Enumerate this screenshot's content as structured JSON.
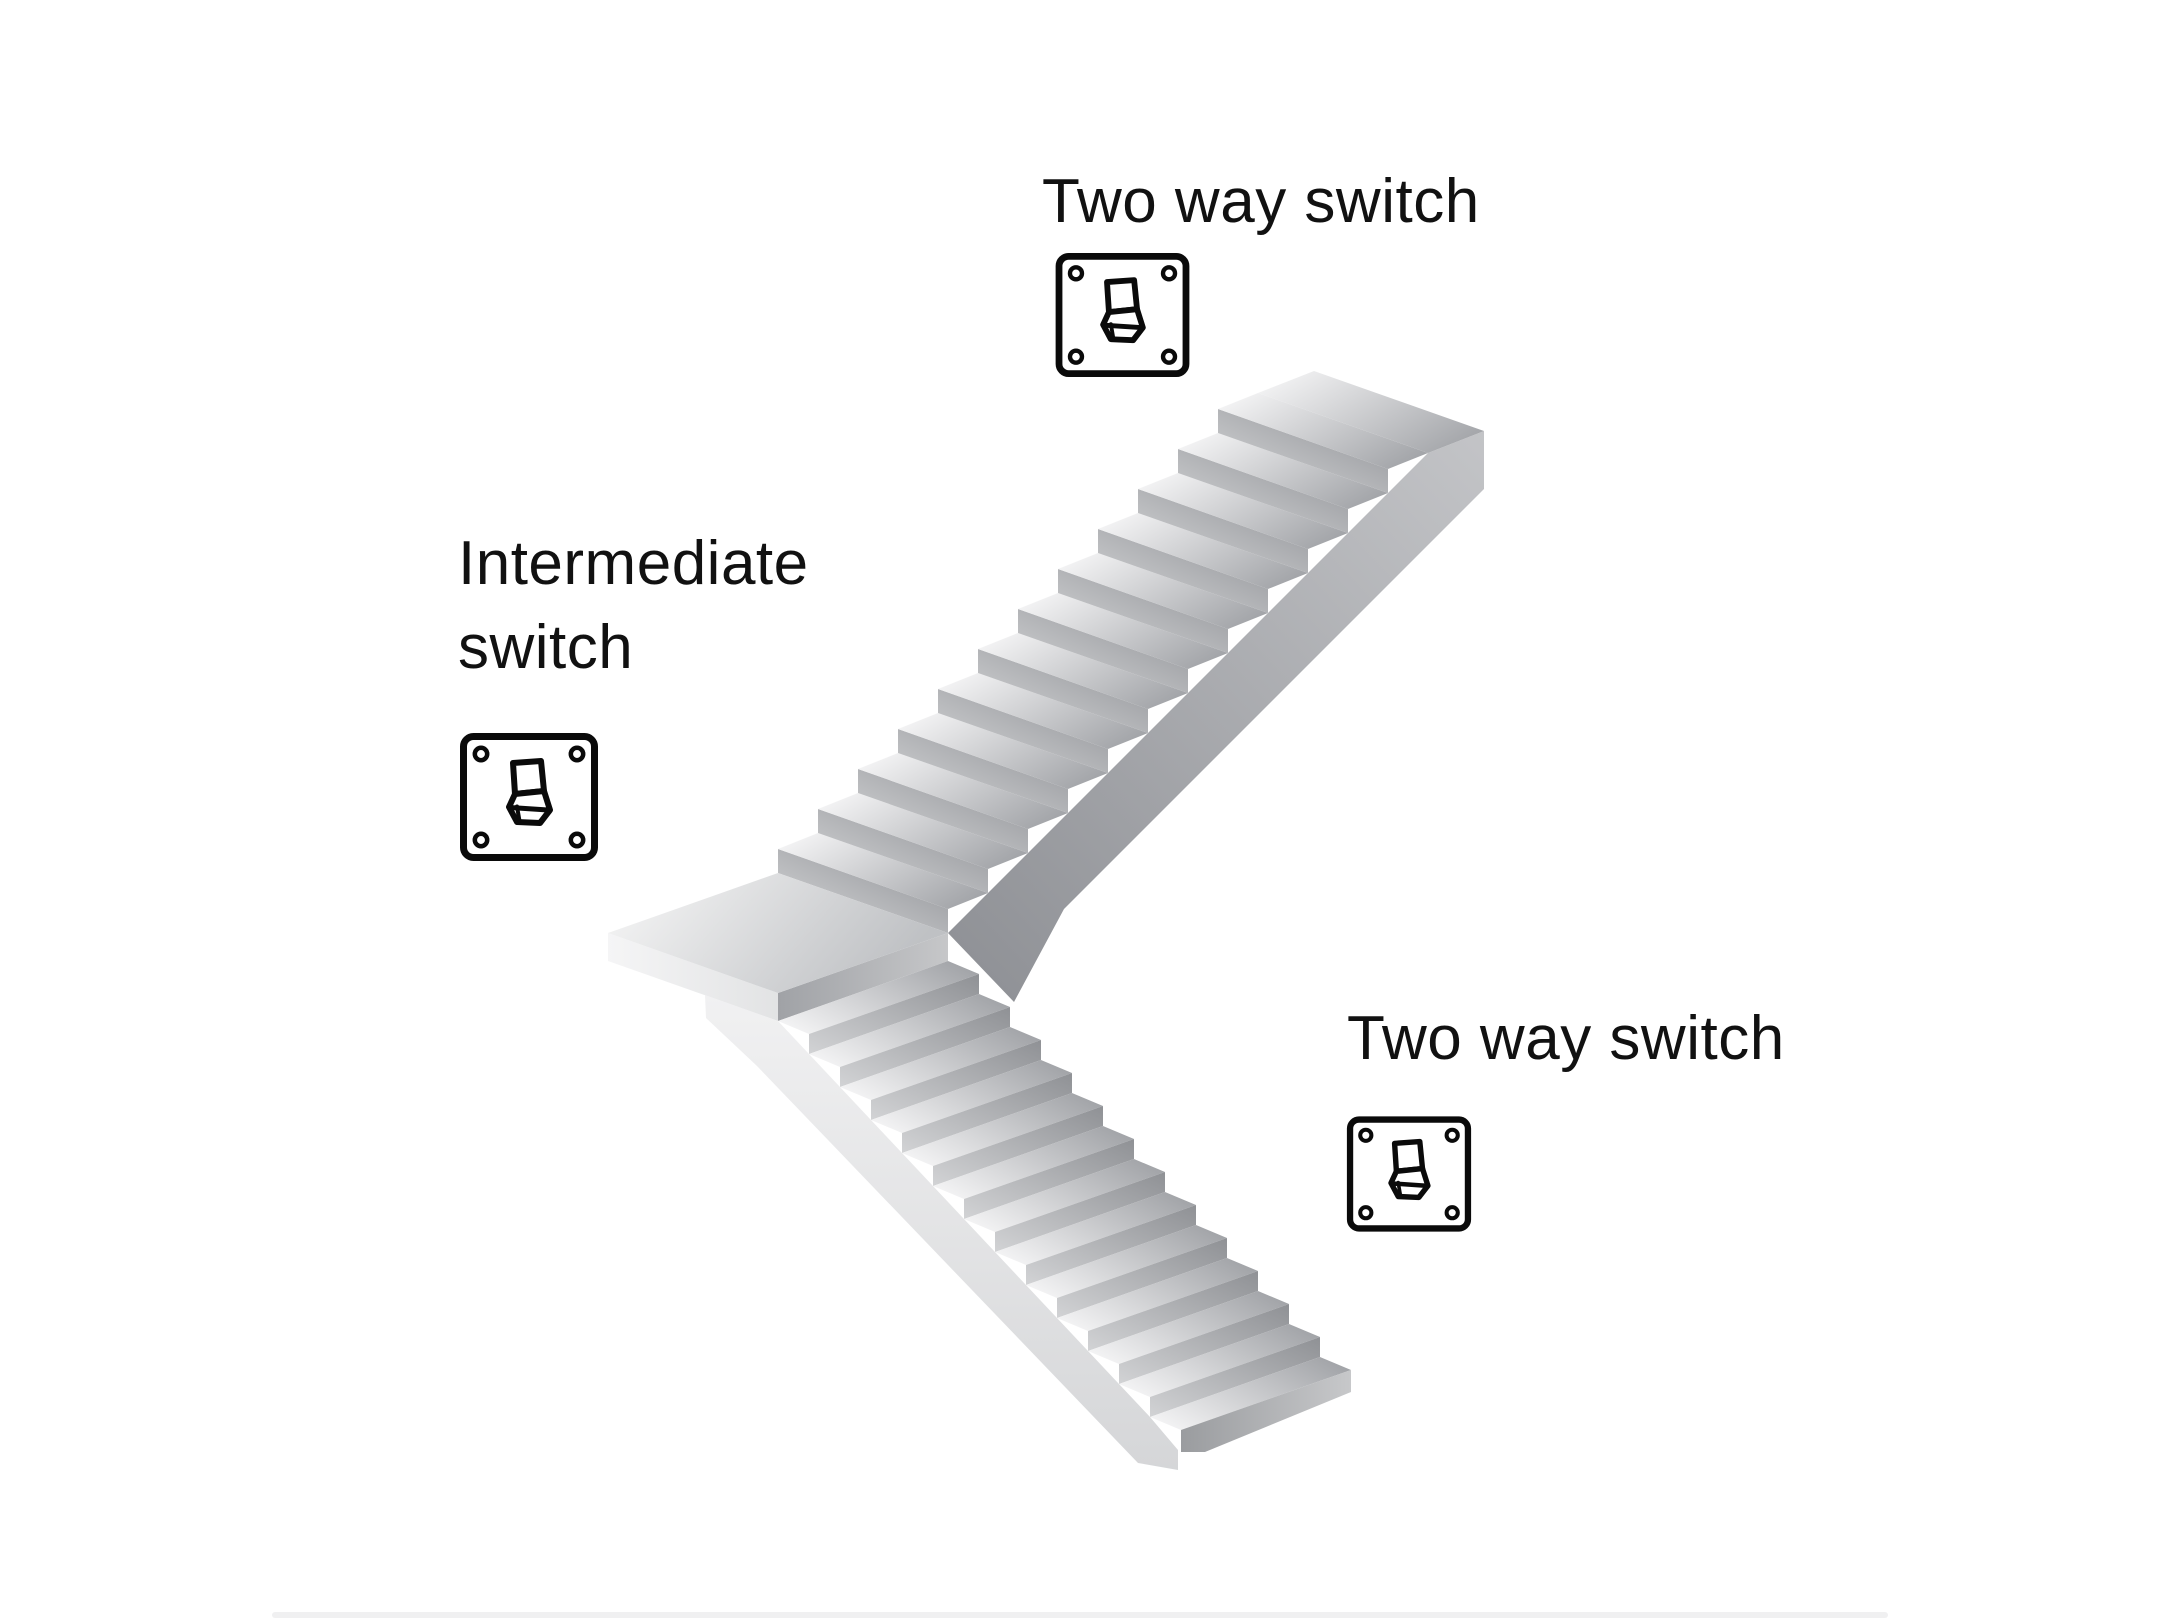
{
  "labels": {
    "top_switch": "Two way switch",
    "intermediate_switch": "Intermediate switch",
    "bottom_switch": "Two way switch"
  },
  "icons": {
    "rocker_switch": "rocker-switch-icon"
  },
  "colors": {
    "background": "#ffffff",
    "ink": "#111111",
    "stair_highlight": "#f3f3f4",
    "stair_mid": "#b5b7ba",
    "stair_shadow": "#8b8d92",
    "divider": "#f0f0f1"
  }
}
